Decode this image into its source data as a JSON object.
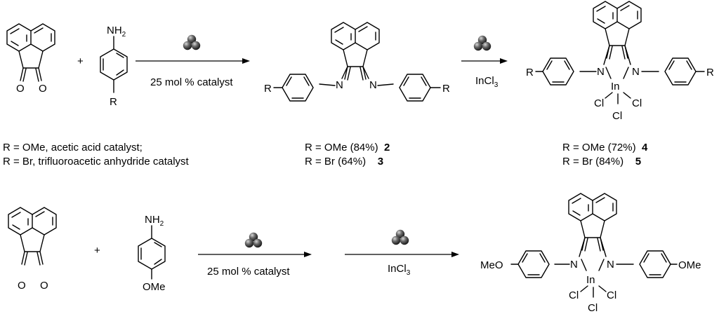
{
  "scheme1": {
    "plus": "+",
    "amine_top": "NH",
    "amine_top_sub": "2",
    "amine_r": "R",
    "diketone_o1": "O",
    "diketone_o2": "O",
    "arrow1_below": "25 mol % catalyst",
    "arrow2_below_main": "InCl",
    "arrow2_below_sub": "3",
    "diimine_r_left": "R",
    "diimine_r_right": "R",
    "diimine_n_left": "N",
    "diimine_n_right": "N",
    "complex_r_left": "R",
    "complex_r_right": "R",
    "complex_n_left": "N",
    "complex_n_right": "N",
    "complex_in": "In",
    "complex_cl1": "Cl",
    "complex_cl2": "Cl",
    "complex_cl3": "Cl",
    "legend_reactants": [
      "R = OMe, acetic acid catalyst;",
      "R = Br, trifluoroacetic anhydride catalyst"
    ],
    "legend_diimines": [
      {
        "text": "R = OMe (84%)",
        "num": "2"
      },
      {
        "text": "R = Br (64%)",
        "num": "3"
      }
    ],
    "legend_complexes": [
      {
        "text": "R = OMe (72%)",
        "num": "4"
      },
      {
        "text": "R = Br (84%)",
        "num": "5"
      }
    ]
  },
  "scheme2": {
    "plus": "+",
    "amine_top": "NH",
    "amine_top_sub": "2",
    "amine_bottom": "OMe",
    "diketone_o1": "O",
    "diketone_o2": "O",
    "arrow1_below": "25 mol % catalyst",
    "arrow2_below_main": "InCl",
    "arrow2_below_sub": "3",
    "complex_left_sub": "MeO",
    "complex_right_sub": "OMe",
    "complex_n_left": "N",
    "complex_n_right": "N",
    "complex_in": "In",
    "complex_cl1": "Cl",
    "complex_cl2": "Cl",
    "complex_cl3": "Cl"
  },
  "icons": {
    "catalyst": "ball-cluster-icon"
  }
}
